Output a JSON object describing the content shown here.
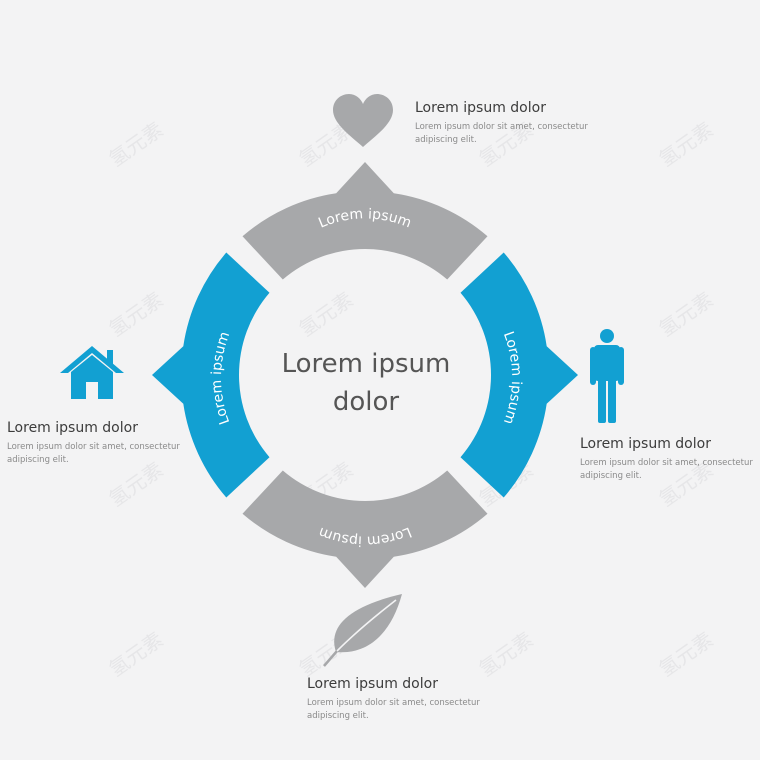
{
  "center": {
    "line1": "Lorem ipsum",
    "line2": "dolor"
  },
  "segments": [
    {
      "id": "top",
      "label": "Lorem ipsum",
      "color": "#a7a8aa"
    },
    {
      "id": "right",
      "label": "Lorem ipsum",
      "color": "#12a0d2"
    },
    {
      "id": "bottom",
      "label": "Lorem ipsum",
      "color": "#a7a8aa"
    },
    {
      "id": "left",
      "label": "Lorem ipsum",
      "color": "#12a0d2"
    }
  ],
  "items": {
    "top": {
      "icon": "heart-icon",
      "title": "Lorem ipsum dolor",
      "line1": "Lorem ipsum dolor sit amet, consectetur",
      "line2": "adipiscing elit."
    },
    "left": {
      "icon": "house-icon",
      "title": "Lorem ipsum dolor",
      "line1": "Lorem ipsum dolor sit amet, consectetur",
      "line2": "adipiscing elit."
    },
    "right": {
      "icon": "person-icon",
      "title": "Lorem ipsum dolor",
      "line1": "Lorem ipsum dolor sit amet, consectetur",
      "line2": "adipiscing elit."
    },
    "bottom": {
      "icon": "leaf-icon",
      "title": "Lorem ipsum dolor",
      "line1": "Lorem ipsum dolor sit amet, consectetur",
      "line2": "adipiscing elit."
    }
  },
  "colors": {
    "gray": "#a7a8aa",
    "blue": "#12a0d2",
    "background": "#f3f3f4"
  },
  "watermark": "氢元素"
}
